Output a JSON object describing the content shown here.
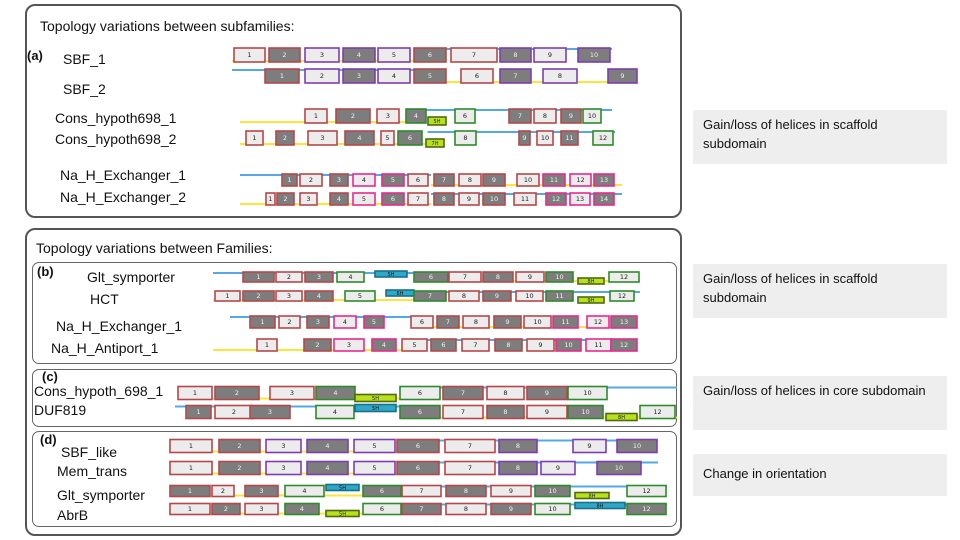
{
  "colors": {
    "mem": "#b5474a",
    "mem_dark": "#7d7d7d",
    "scaf": "#7d3fb0",
    "pink": "#e8298e",
    "green": "#2f8a2a",
    "yellowgreen": "#b8e01b",
    "cyan": "#2ea8c8",
    "loop_out": "#ffe53a",
    "loop_in": "#55a8e6"
  },
  "panel_a": {
    "title": "Topology variations between subfamilies:",
    "label": "(a)"
  },
  "panel_b": {
    "title": "Topology variations between Families:",
    "label_b": "(b)",
    "label_c": "(c)",
    "label_d": "(d)"
  },
  "notes": [
    "Gain/loss of helices in scaffold subdomain",
    "Gain/loss of helices in scaffold subdomain",
    "Gain/loss of helices in core subdomain",
    "Change in orientation"
  ],
  "tracks": [
    {
      "name": "SBF_1",
      "helices": [
        {
          "t": "1",
          "c": "mem",
          "f": "light"
        },
        {
          "t": "2",
          "c": "mem",
          "f": "dark"
        },
        {
          "t": "3",
          "c": "scaf",
          "f": "light"
        },
        {
          "t": "4",
          "c": "scaf",
          "f": "dark"
        },
        {
          "t": "5",
          "c": "scaf",
          "f": "light"
        },
        {
          "t": "6",
          "c": "mem",
          "f": "dark"
        },
        {
          "t": "7",
          "c": "mem",
          "f": "light"
        },
        {
          "t": "8",
          "c": "scaf",
          "f": "dark"
        },
        {
          "t": "9",
          "c": "scaf",
          "f": "light"
        },
        {
          "t": "10",
          "c": "scaf",
          "f": "dark"
        }
      ]
    },
    {
      "name": "SBF_2",
      "helices": [
        {
          "t": "1",
          "c": "mem",
          "f": "dark"
        },
        {
          "t": "2",
          "c": "scaf",
          "f": "light"
        },
        {
          "t": "3",
          "c": "scaf",
          "f": "dark"
        },
        {
          "t": "4",
          "c": "scaf",
          "f": "light"
        },
        {
          "t": "5",
          "c": "mem",
          "f": "dark"
        },
        {
          "t": "6",
          "c": "mem",
          "f": "light"
        },
        {
          "t": "7",
          "c": "scaf",
          "f": "dark"
        },
        {
          "t": "8",
          "c": "scaf",
          "f": "light"
        },
        {
          "t": "9",
          "c": "scaf",
          "f": "dark"
        }
      ]
    },
    {
      "name": "Cons_hypoth698_1",
      "helices": [
        {
          "t": "1",
          "c": "mem",
          "f": "light"
        },
        {
          "t": "2",
          "c": "mem",
          "f": "dark"
        },
        {
          "t": "3",
          "c": "mem",
          "f": "light"
        },
        {
          "t": "4",
          "c": "green",
          "f": "dark"
        },
        {
          "t": "5H",
          "c": "yg",
          "f": "yg"
        },
        {
          "t": "6",
          "c": "green",
          "f": "light"
        },
        {
          "t": "7",
          "c": "mem",
          "f": "dark"
        },
        {
          "t": "8",
          "c": "mem",
          "f": "light"
        },
        {
          "t": "9",
          "c": "mem",
          "f": "dark"
        },
        {
          "t": "10",
          "c": "green",
          "f": "light"
        }
      ]
    },
    {
      "name": "Cons_hypoth698_2",
      "helices": [
        {
          "t": "1",
          "c": "mem",
          "f": "light"
        },
        {
          "t": "2",
          "c": "mem",
          "f": "dark"
        },
        {
          "t": "3",
          "c": "mem",
          "f": "light"
        },
        {
          "t": "4",
          "c": "mem",
          "f": "dark"
        },
        {
          "t": "5",
          "c": "mem",
          "f": "light"
        },
        {
          "t": "6",
          "c": "green",
          "f": "dark"
        },
        {
          "t": "7H",
          "c": "yg",
          "f": "yg"
        },
        {
          "t": "8",
          "c": "green",
          "f": "light"
        },
        {
          "t": "9",
          "c": "mem",
          "f": "dark"
        },
        {
          "t": "10",
          "c": "mem",
          "f": "light"
        },
        {
          "t": "11",
          "c": "mem",
          "f": "dark"
        },
        {
          "t": "12",
          "c": "green",
          "f": "light"
        }
      ]
    },
    {
      "name": "Na_H_Exchanger_1",
      "helices": [
        {
          "t": "1",
          "c": "mem",
          "f": "dark"
        },
        {
          "t": "2",
          "c": "mem",
          "f": "light"
        },
        {
          "t": "3",
          "c": "mem",
          "f": "dark"
        },
        {
          "t": "4",
          "c": "pink",
          "f": "light"
        },
        {
          "t": "5",
          "c": "pink",
          "f": "dark"
        },
        {
          "t": "6",
          "c": "mem",
          "f": "light"
        },
        {
          "t": "7",
          "c": "mem",
          "f": "dark"
        },
        {
          "t": "8",
          "c": "mem",
          "f": "light"
        },
        {
          "t": "9",
          "c": "mem",
          "f": "dark"
        },
        {
          "t": "10",
          "c": "mem",
          "f": "light"
        },
        {
          "t": "11",
          "c": "pink",
          "f": "dark"
        },
        {
          "t": "12",
          "c": "pink",
          "f": "light"
        },
        {
          "t": "13",
          "c": "pink",
          "f": "dark"
        }
      ]
    },
    {
      "name": "Na_H_Exchanger_2",
      "helices": [
        {
          "t": "1",
          "c": "mem",
          "f": "light"
        },
        {
          "t": "2",
          "c": "mem",
          "f": "dark"
        },
        {
          "t": "3",
          "c": "mem",
          "f": "light"
        },
        {
          "t": "4",
          "c": "mem",
          "f": "dark"
        },
        {
          "t": "5",
          "c": "pink",
          "f": "light"
        },
        {
          "t": "6",
          "c": "pink",
          "f": "dark"
        },
        {
          "t": "7",
          "c": "mem",
          "f": "light"
        },
        {
          "t": "8",
          "c": "mem",
          "f": "dark"
        },
        {
          "t": "9",
          "c": "mem",
          "f": "light"
        },
        {
          "t": "10",
          "c": "mem",
          "f": "dark"
        },
        {
          "t": "11",
          "c": "mem",
          "f": "light"
        },
        {
          "t": "12",
          "c": "pink",
          "f": "dark"
        },
        {
          "t": "13",
          "c": "pink",
          "f": "light"
        },
        {
          "t": "14",
          "c": "pink",
          "f": "dark"
        }
      ]
    },
    {
      "name": "Glt_symporter",
      "helices": [
        {
          "t": "1",
          "c": "mem",
          "f": "dark"
        },
        {
          "t": "2",
          "c": "mem",
          "f": "light"
        },
        {
          "t": "3",
          "c": "mem",
          "f": "dark"
        },
        {
          "t": "4",
          "c": "green",
          "f": "light"
        },
        {
          "t": "5H",
          "c": "cy",
          "f": "cy"
        },
        {
          "t": "6",
          "c": "green",
          "f": "dark"
        },
        {
          "t": "7",
          "c": "mem",
          "f": "light"
        },
        {
          "t": "8",
          "c": "mem",
          "f": "dark"
        },
        {
          "t": "9",
          "c": "mem",
          "f": "light"
        },
        {
          "t": "10",
          "c": "green",
          "f": "dark"
        },
        {
          "t": "8H",
          "c": "yg",
          "f": "yg"
        },
        {
          "t": "12",
          "c": "green",
          "f": "light"
        }
      ]
    },
    {
      "name": "HCT",
      "helices": [
        {
          "t": "1",
          "c": "mem",
          "f": "light"
        },
        {
          "t": "2",
          "c": "mem",
          "f": "dark"
        },
        {
          "t": "3",
          "c": "mem",
          "f": "light"
        },
        {
          "t": "4",
          "c": "mem",
          "f": "dark"
        },
        {
          "t": "5",
          "c": "green",
          "f": "light"
        },
        {
          "t": "6H",
          "c": "cy",
          "f": "cy"
        },
        {
          "t": "7",
          "c": "green",
          "f": "dark"
        },
        {
          "t": "8",
          "c": "mem",
          "f": "light"
        },
        {
          "t": "9",
          "c": "mem",
          "f": "dark"
        },
        {
          "t": "10",
          "c": "mem",
          "f": "light"
        },
        {
          "t": "11",
          "c": "green",
          "f": "dark"
        },
        {
          "t": "9H",
          "c": "yg",
          "f": "yg"
        },
        {
          "t": "12",
          "c": "green",
          "f": "light"
        }
      ]
    },
    {
      "name": "Na_H_Exchanger_1",
      "helices": [
        {
          "t": "1",
          "c": "mem",
          "f": "dark"
        },
        {
          "t": "2",
          "c": "mem",
          "f": "light"
        },
        {
          "t": "3",
          "c": "mem",
          "f": "dark"
        },
        {
          "t": "4",
          "c": "pink",
          "f": "light"
        },
        {
          "t": "5",
          "c": "pink",
          "f": "dark"
        },
        {
          "t": "6",
          "c": "mem",
          "f": "light"
        },
        {
          "t": "7",
          "c": "mem",
          "f": "dark"
        },
        {
          "t": "8",
          "c": "mem",
          "f": "light"
        },
        {
          "t": "9",
          "c": "mem",
          "f": "dark"
        },
        {
          "t": "10",
          "c": "mem",
          "f": "light"
        },
        {
          "t": "11",
          "c": "pink",
          "f": "dark"
        },
        {
          "t": "12",
          "c": "pink",
          "f": "light"
        },
        {
          "t": "13",
          "c": "pink",
          "f": "dark"
        }
      ]
    },
    {
      "name": "Na_H_Antiport_1",
      "helices": [
        {
          "t": "1",
          "c": "mem",
          "f": "light"
        },
        {
          "t": "2",
          "c": "mem",
          "f": "dark"
        },
        {
          "t": "3",
          "c": "pink",
          "f": "light"
        },
        {
          "t": "4",
          "c": "pink",
          "f": "dark"
        },
        {
          "t": "5",
          "c": "mem",
          "f": "light"
        },
        {
          "t": "6",
          "c": "mem",
          "f": "dark"
        },
        {
          "t": "7",
          "c": "mem",
          "f": "light"
        },
        {
          "t": "8",
          "c": "mem",
          "f": "dark"
        },
        {
          "t": "9",
          "c": "mem",
          "f": "light"
        },
        {
          "t": "10",
          "c": "pink",
          "f": "dark"
        },
        {
          "t": "11",
          "c": "pink",
          "f": "light"
        },
        {
          "t": "12",
          "c": "pink",
          "f": "dark"
        }
      ]
    },
    {
      "name": "Cons_hypoth_698_1",
      "helices": [
        {
          "t": "1",
          "c": "mem",
          "f": "light"
        },
        {
          "t": "2",
          "c": "mem",
          "f": "dark"
        },
        {
          "t": "3",
          "c": "mem",
          "f": "light"
        },
        {
          "t": "4",
          "c": "green",
          "f": "dark"
        },
        {
          "t": "5H",
          "c": "yg",
          "f": "yg"
        },
        {
          "t": "6",
          "c": "green",
          "f": "light"
        },
        {
          "t": "7",
          "c": "mem",
          "f": "dark"
        },
        {
          "t": "8",
          "c": "mem",
          "f": "light"
        },
        {
          "t": "9",
          "c": "mem",
          "f": "dark"
        },
        {
          "t": "10",
          "c": "green",
          "f": "light"
        }
      ]
    },
    {
      "name": "DUF819",
      "helices": [
        {
          "t": "1",
          "c": "mem",
          "f": "dark"
        },
        {
          "t": "2",
          "c": "mem",
          "f": "light"
        },
        {
          "t": "3",
          "c": "mem",
          "f": "dark"
        },
        {
          "t": "4",
          "c": "green",
          "f": "light"
        },
        {
          "t": "5H",
          "c": "cy",
          "f": "cy"
        },
        {
          "t": "6",
          "c": "green",
          "f": "dark"
        },
        {
          "t": "7",
          "c": "mem",
          "f": "light"
        },
        {
          "t": "8",
          "c": "mem",
          "f": "dark"
        },
        {
          "t": "9",
          "c": "mem",
          "f": "light"
        },
        {
          "t": "10",
          "c": "green",
          "f": "dark"
        },
        {
          "t": "8H",
          "c": "yg",
          "f": "yg"
        },
        {
          "t": "12",
          "c": "green",
          "f": "light"
        }
      ]
    },
    {
      "name": "SBF_like",
      "helices": [
        {
          "t": "1",
          "c": "mem",
          "f": "light"
        },
        {
          "t": "2",
          "c": "mem",
          "f": "dark"
        },
        {
          "t": "3",
          "c": "scaf",
          "f": "light"
        },
        {
          "t": "4",
          "c": "scaf",
          "f": "dark"
        },
        {
          "t": "5",
          "c": "scaf",
          "f": "light"
        },
        {
          "t": "6",
          "c": "mem",
          "f": "dark"
        },
        {
          "t": "7",
          "c": "mem",
          "f": "light"
        },
        {
          "t": "8",
          "c": "scaf",
          "f": "dark"
        },
        {
          "t": "9",
          "c": "scaf",
          "f": "light"
        },
        {
          "t": "10",
          "c": "scaf",
          "f": "dark"
        }
      ]
    },
    {
      "name": "Mem_trans",
      "helices": [
        {
          "t": "1",
          "c": "mem",
          "f": "light"
        },
        {
          "t": "2",
          "c": "mem",
          "f": "dark"
        },
        {
          "t": "3",
          "c": "scaf",
          "f": "light"
        },
        {
          "t": "4",
          "c": "scaf",
          "f": "dark"
        },
        {
          "t": "5",
          "c": "scaf",
          "f": "light"
        },
        {
          "t": "6",
          "c": "mem",
          "f": "dark"
        },
        {
          "t": "7",
          "c": "mem",
          "f": "light"
        },
        {
          "t": "8",
          "c": "scaf",
          "f": "dark"
        },
        {
          "t": "9",
          "c": "scaf",
          "f": "light"
        },
        {
          "t": "10",
          "c": "scaf",
          "f": "dark"
        }
      ]
    },
    {
      "name": "Glt_symporter",
      "helices": [
        {
          "t": "1",
          "c": "mem",
          "f": "dark"
        },
        {
          "t": "2",
          "c": "mem",
          "f": "light"
        },
        {
          "t": "3",
          "c": "mem",
          "f": "dark"
        },
        {
          "t": "4",
          "c": "green",
          "f": "light"
        },
        {
          "t": "5H",
          "c": "cy",
          "f": "cy"
        },
        {
          "t": "6",
          "c": "green",
          "f": "dark"
        },
        {
          "t": "7",
          "c": "mem",
          "f": "light"
        },
        {
          "t": "8",
          "c": "mem",
          "f": "dark"
        },
        {
          "t": "9",
          "c": "mem",
          "f": "light"
        },
        {
          "t": "10",
          "c": "green",
          "f": "dark"
        },
        {
          "t": "8H",
          "c": "yg",
          "f": "yg"
        },
        {
          "t": "12",
          "c": "green",
          "f": "light"
        }
      ]
    },
    {
      "name": "AbrB",
      "helices": [
        {
          "t": "1",
          "c": "mem",
          "f": "light"
        },
        {
          "t": "2",
          "c": "mem",
          "f": "dark"
        },
        {
          "t": "3",
          "c": "mem",
          "f": "light"
        },
        {
          "t": "4",
          "c": "green",
          "f": "dark"
        },
        {
          "t": "5H",
          "c": "yg",
          "f": "yg"
        },
        {
          "t": "6",
          "c": "green",
          "f": "light"
        },
        {
          "t": "7",
          "c": "mem",
          "f": "dark"
        },
        {
          "t": "8",
          "c": "mem",
          "f": "light"
        },
        {
          "t": "9",
          "c": "mem",
          "f": "dark"
        },
        {
          "t": "10",
          "c": "green",
          "f": "light"
        },
        {
          "t": "8H",
          "c": "cy",
          "f": "cy"
        },
        {
          "t": "12",
          "c": "green",
          "f": "dark"
        }
      ]
    }
  ]
}
